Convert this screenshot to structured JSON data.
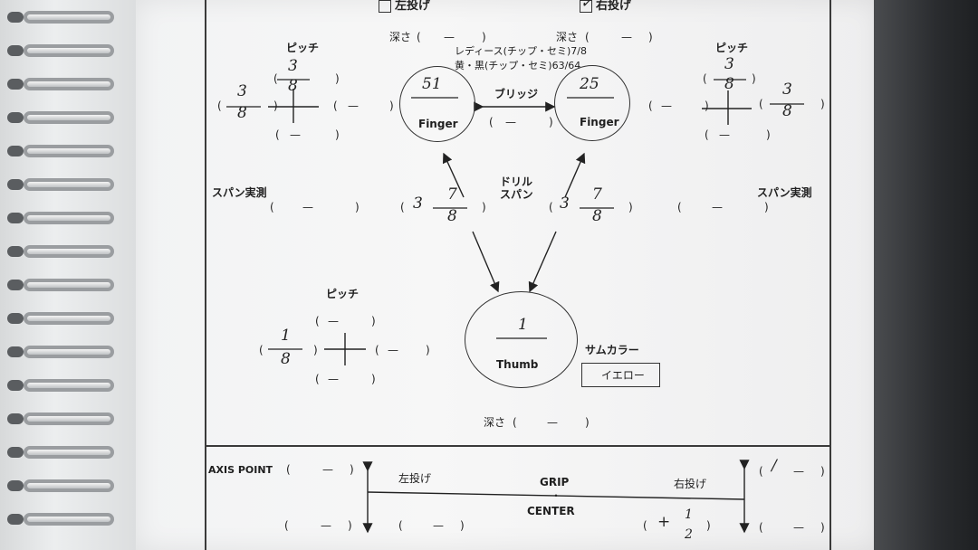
{
  "header": {
    "left_throw": "左投げ",
    "right_throw": "右投げ",
    "right_checked": true
  },
  "depth_label": "深さ",
  "pitch_label": "ピッチ",
  "span_measured_label": "スパン実測",
  "finger_label": "Finger",
  "thumb_label": "Thumb",
  "bridge_label": "ブリッジ",
  "drill_span_label_1": "ドリル",
  "drill_span_label_2": "スパン",
  "thumb_color_label": "サムカラー",
  "thumb_color_value": "イエロー",
  "notes": {
    "ladies": "レディース(チップ・セミ)7/8",
    "yellow_black": "黄・黒(チップ・セミ)63/64"
  },
  "values": {
    "left_finger_hole": "51",
    "right_finger_hole": "25",
    "thumb_hole": "1",
    "left_pitch_top": "3/8",
    "left_pitch_side": "3/8",
    "right_pitch_top": "3/8",
    "right_pitch_side": "3/8",
    "left_span_whole": "3",
    "left_span_num": "7",
    "left_span_den": "8",
    "right_span_whole": "3",
    "right_span_num": "7",
    "right_span_den": "8",
    "thumb_pitch_num": "1",
    "thumb_pitch_den": "8",
    "grip_offset_sign": "+",
    "grip_offset_num": "1",
    "grip_offset_den": "2",
    "axis_right_top": "/"
  },
  "axis": {
    "label": "AXIS POINT",
    "left_throw": "左投げ",
    "right_throw": "右投げ",
    "grip": "GRIP",
    "dot": "・",
    "center": "CENTER"
  },
  "blank": "—"
}
